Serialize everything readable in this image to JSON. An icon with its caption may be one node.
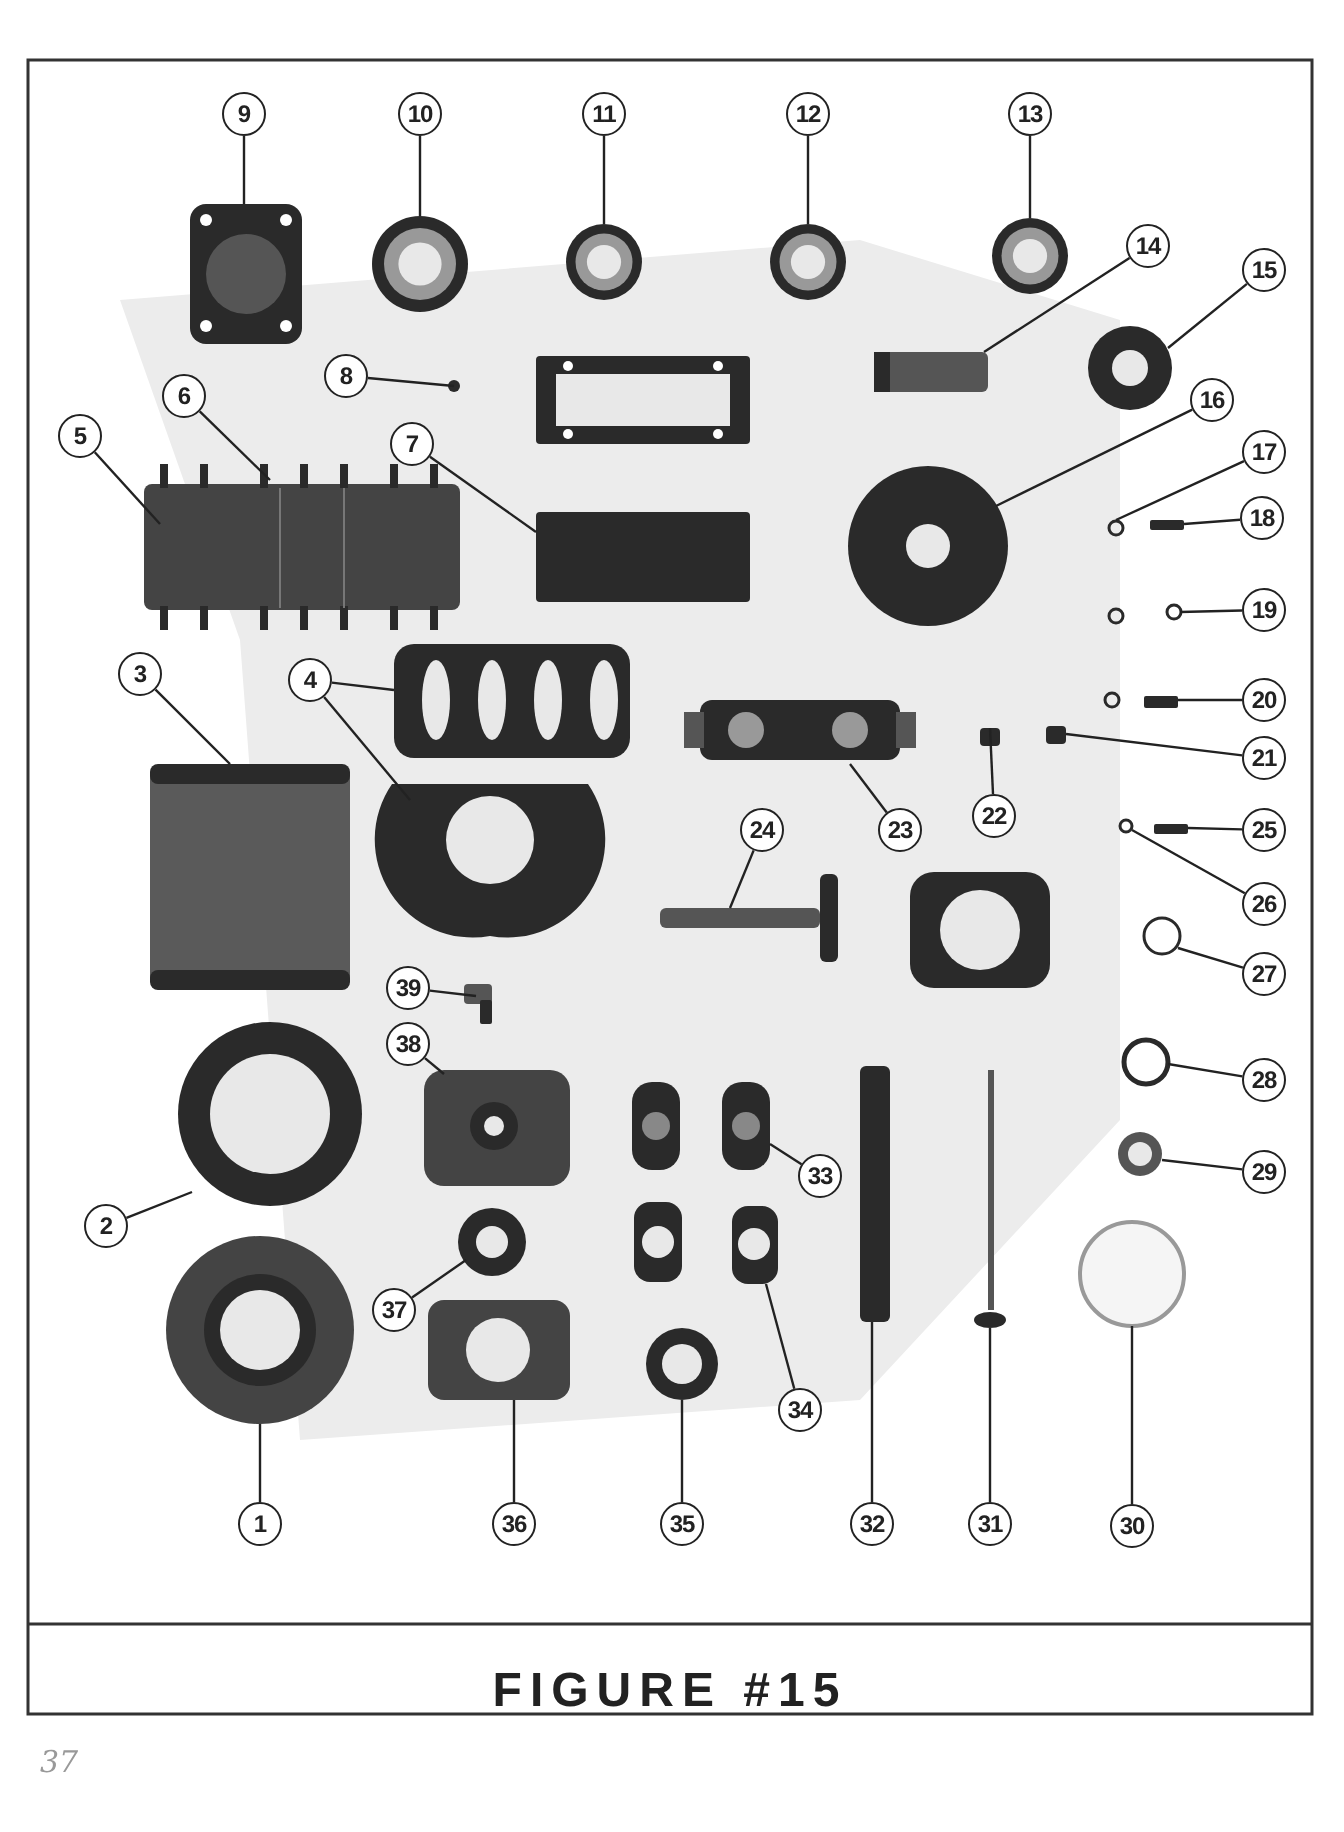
{
  "diagram": {
    "title": "FIGURE #15",
    "nodes": [
      {
        "text": [
          "9"
        ]
      },
      {
        "text": [
          "10"
        ]
      },
      {
        "text": [
          "11"
        ]
      },
      {
        "text": [
          "12"
        ]
      },
      {
        "text": [
          "13"
        ]
      },
      {
        "text": [
          "14"
        ]
      },
      {
        "text": [
          "15"
        ]
      },
      {
        "text": [
          "8"
        ]
      },
      {
        "text": [
          "16"
        ]
      },
      {
        "text": [
          "5"
        ]
      },
      {
        "text": [
          "6"
        ]
      },
      {
        "text": [
          "7"
        ]
      },
      {
        "text": [
          "17"
        ]
      },
      {
        "text": [
          "18"
        ]
      },
      {
        "text": [
          "19"
        ]
      },
      {
        "text": [
          "3"
        ]
      },
      {
        "text": [
          "4"
        ]
      },
      {
        "text": [
          "20"
        ]
      },
      {
        "text": [
          "21"
        ]
      },
      {
        "text": [
          "23"
        ]
      },
      {
        "text": [
          "22"
        ]
      },
      {
        "text": [
          "24"
        ]
      },
      {
        "text": [
          "25"
        ]
      },
      {
        "text": [
          "26"
        ]
      },
      {
        "text": [
          "27"
        ]
      },
      {
        "text": [
          "39"
        ]
      },
      {
        "text": [
          "28"
        ]
      },
      {
        "text": [
          "38"
        ]
      },
      {
        "text": [
          "33"
        ]
      },
      {
        "text": [
          "2"
        ]
      },
      {
        "text": [
          "29"
        ]
      },
      {
        "text": [
          "37"
        ]
      },
      {
        "text": [
          "34"
        ]
      },
      {
        "text": [
          "1"
        ]
      },
      {
        "text": [
          "36"
        ]
      },
      {
        "text": [
          "35"
        ]
      },
      {
        "text": [
          "32"
        ]
      },
      {
        "text": [
          "31"
        ]
      },
      {
        "text": [
          "30"
        ]
      }
    ],
    "edges": [
      {
        "from": 0,
        "to": null,
        "arrow": "none"
      },
      {
        "from": 1,
        "to": null,
        "arrow": "none"
      },
      {
        "from": 2,
        "to": null,
        "arrow": "none"
      },
      {
        "from": 3,
        "to": null,
        "arrow": "none"
      },
      {
        "from": 4,
        "to": null,
        "arrow": "none"
      },
      {
        "from": 5,
        "to": null,
        "arrow": "none"
      },
      {
        "from": 6,
        "to": null,
        "arrow": "none"
      },
      {
        "from": 7,
        "to": null,
        "arrow": "none"
      },
      {
        "from": 8,
        "to": null,
        "arrow": "none"
      },
      {
        "from": 9,
        "to": null,
        "arrow": "none"
      },
      {
        "from": 10,
        "to": null,
        "arrow": "none"
      },
      {
        "from": 11,
        "to": null,
        "arrow": "none"
      },
      {
        "from": 12,
        "to": null,
        "arrow": "none"
      },
      {
        "from": 13,
        "to": null,
        "arrow": "none"
      },
      {
        "from": 14,
        "to": null,
        "arrow": "none"
      },
      {
        "from": 15,
        "to": null,
        "arrow": "none"
      },
      {
        "from": 16,
        "to": null,
        "arrow": "none"
      },
      {
        "from": 16,
        "to": null,
        "arrow": "none"
      },
      {
        "from": 17,
        "to": null,
        "arrow": "none"
      },
      {
        "from": 18,
        "to": null,
        "arrow": "none"
      },
      {
        "from": 19,
        "to": null,
        "arrow": "none"
      },
      {
        "from": 20,
        "to": null,
        "arrow": "none"
      },
      {
        "from": 21,
        "to": null,
        "arrow": "none"
      },
      {
        "from": 22,
        "to": null,
        "arrow": "none"
      },
      {
        "from": 23,
        "to": null,
        "arrow": "none"
      },
      {
        "from": 24,
        "to": null,
        "arrow": "none"
      },
      {
        "from": 25,
        "to": null,
        "arrow": "none"
      },
      {
        "from": 26,
        "to": null,
        "arrow": "none"
      },
      {
        "from": 27,
        "to": null,
        "arrow": "none"
      },
      {
        "from": 28,
        "to": null,
        "arrow": "none"
      },
      {
        "from": 29,
        "to": null,
        "arrow": "none"
      },
      {
        "from": 30,
        "to": null,
        "arrow": "none"
      },
      {
        "from": 31,
        "to": null,
        "arrow": "none"
      },
      {
        "from": 32,
        "to": null,
        "arrow": "none"
      },
      {
        "from": 33,
        "to": null,
        "arrow": "none"
      },
      {
        "from": 34,
        "to": null,
        "arrow": "none"
      },
      {
        "from": 35,
        "to": null,
        "arrow": "none"
      },
      {
        "from": 36,
        "to": null,
        "arrow": "none"
      },
      {
        "from": 37,
        "to": null,
        "arrow": "none"
      },
      {
        "from": 38,
        "to": null,
        "arrow": "none"
      }
    ],
    "labels": [
      "37"
    ]
  }
}
